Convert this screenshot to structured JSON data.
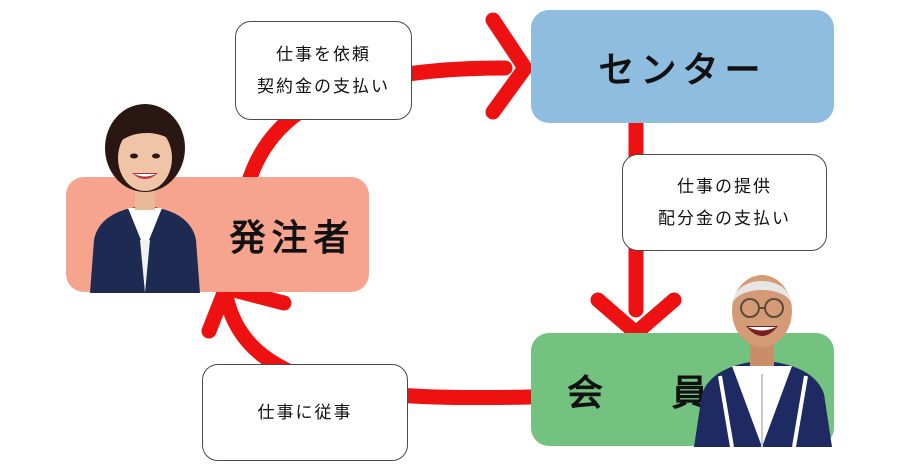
{
  "colors": {
    "arrow": "#ee1111",
    "arrow_behind_label": "#f6b4b4",
    "center_fill": "#8fbde0",
    "orderer_fill": "#f7a48e",
    "member_fill": "#73c27f",
    "label_border": "#4a4a4a"
  },
  "nodes": {
    "center": "センター",
    "orderer": "発注者",
    "member": "会 員"
  },
  "edges": {
    "orderer_to_center": {
      "line1": "仕事を依頼",
      "line2": "契約金の支払い"
    },
    "center_to_member": {
      "line1": "仕事の提供",
      "line2": "配分金の支払い"
    },
    "member_to_orderer": {
      "line1": "仕事に従事"
    }
  },
  "icons": {
    "orderer_photo": "businesswoman-portrait",
    "member_photo": "elderly-man-portrait"
  }
}
